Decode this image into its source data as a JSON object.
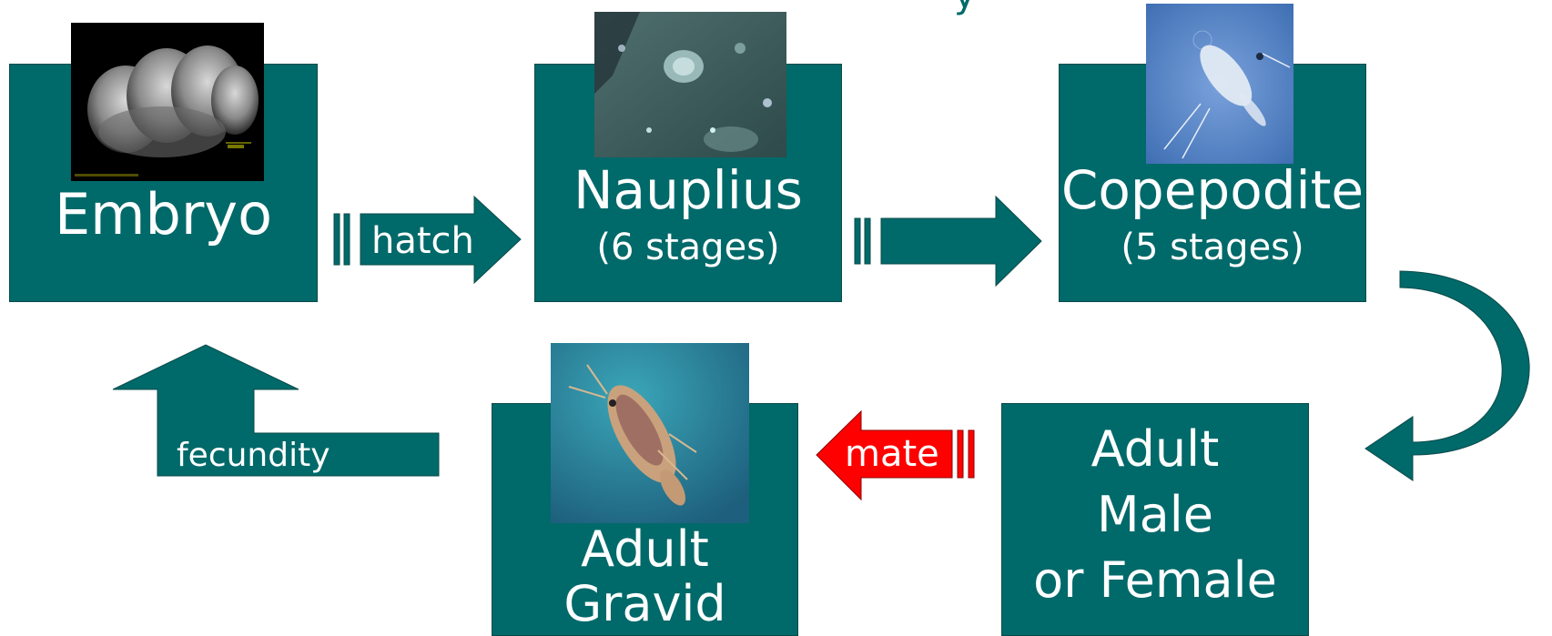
{
  "title_partial": "y",
  "stages": {
    "embryo": {
      "label": "Embryo"
    },
    "nauplius": {
      "label": "Nauplius",
      "sub": "(6 stages)"
    },
    "copepodite": {
      "label": "Copepodite",
      "sub": "(5 stages)"
    },
    "adult_mf": {
      "line1": "Adult",
      "line2": "Male",
      "line3": "or Female"
    },
    "adult_gravid": {
      "line1": "Adult",
      "line2": "Gravid"
    }
  },
  "arrows": {
    "hatch": "hatch",
    "mate": "mate",
    "fecundity": "fecundity"
  },
  "colors": {
    "teal": "#00696a",
    "mate_red": "#ff0000",
    "background": "#ffffff"
  }
}
